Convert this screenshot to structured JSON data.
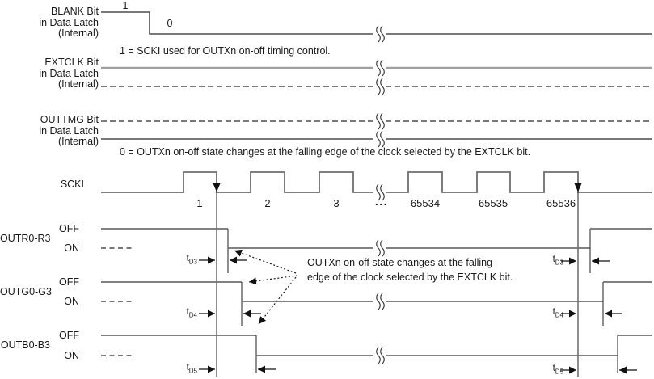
{
  "colors": {
    "background": "#ffffff",
    "waveform_gray": "#6f6f6f",
    "extclk_line_gray": "#a0a0a0",
    "line_dark": "#333333",
    "text": "#1a1a1a"
  },
  "signals": {
    "blank": {
      "label": [
        "BLANK Bit",
        "in Data Latch",
        "(Internal)"
      ],
      "value_high": "1",
      "value_low": "0"
    },
    "extclk": {
      "label": [
        "EXTCLK Bit",
        "in Data Latch",
        "(Internal)"
      ],
      "note": "1 = SCKI used for OUTXn on-off timing control."
    },
    "outtmg": {
      "label": [
        "OUTTMG Bit",
        "in Data Latch",
        "(Internal)"
      ],
      "note": "0 = OUTXn on-off state changes at the falling edge of the clock selected by the EXTCLK bit."
    },
    "scki": {
      "label": "SCKI",
      "cycles": [
        "1",
        "2",
        "3",
        "...",
        "65534",
        "65535",
        "65536"
      ]
    },
    "outr": {
      "label": "OUTR0-R3",
      "off": "OFF",
      "on": "ON"
    },
    "outg": {
      "label": "OUTG0-G3",
      "off": "OFF",
      "on": "ON"
    },
    "outb": {
      "label": "OUTB0-B3",
      "off": "OFF",
      "on": "ON"
    }
  },
  "timing": {
    "prefix": "t",
    "d3": "D3",
    "d4": "D4",
    "d5": "D5"
  },
  "callout": {
    "line1": "OUTXn on-off state changes at the falling",
    "line2": "edge of the clock selected by the EXTCLK bit."
  }
}
